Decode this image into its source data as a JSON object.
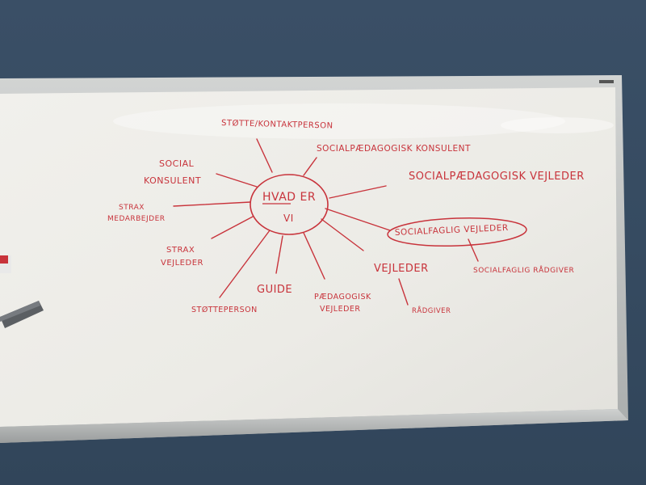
{
  "whiteboard": {
    "center": {
      "top": "HVAD ER",
      "bottom": "VI"
    },
    "terms": {
      "stotte_kontaktperson": "STØTTE/KONTAKTPERSON",
      "socialpaedagogisk_konsulent": "SOCIALPÆDAGOGISK KONSULENT",
      "social_line1": "SOCIAL",
      "social_line2": "KONSULENT",
      "socialpaedagogisk_vejleder": "SOCIALPÆDAGOGISK VEJLEDER",
      "strax_medarbejder_line1": "STRAX",
      "strax_medarbejder_line2": "MEDARBEJDER",
      "socialfaglig_vejleder": "SOCIALFAGLIG VEJLEDER",
      "strax_vejleder_line1": "STRAX",
      "strax_vejleder_line2": "VEJLEDER",
      "vejleder": "VEJLEDER",
      "socialfaglig_radgiver": "SOCIALFAGLIG RÅDGIVER",
      "guide": "GUIDE",
      "paedagogisk_line1": "PÆDAGOGISK",
      "paedagogisk_line2": "VEJLEDER",
      "stotteperson": "STØTTEPERSON",
      "radgiver": "RÅDGIVER"
    },
    "colors": {
      "wall": "#36495e",
      "board": "#efeee9",
      "frame": "#b9bcbc",
      "marker": "#c8333b"
    }
  }
}
